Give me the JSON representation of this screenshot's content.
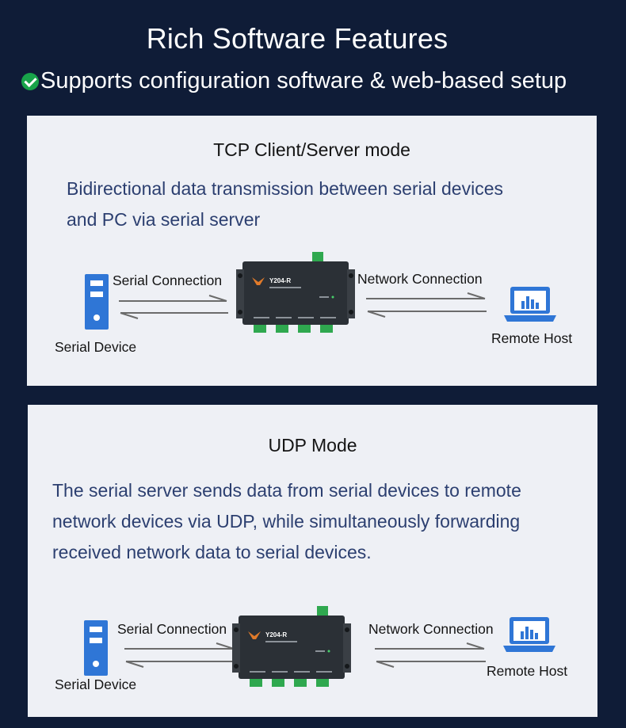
{
  "header": {
    "title": "Rich Software Features",
    "subtitle": "Supports configuration software & web-based setup"
  },
  "modes": [
    {
      "title": "TCP Client/Server mode",
      "description_lines": [
        "Bidirectional data transmission between serial devices",
        "and PC via serial server"
      ],
      "serial_connection_label": "Serial Connection",
      "network_connection_label": "Network Connection",
      "serial_device_label": "Serial Device",
      "remote_host_label": "Remote Host",
      "device_model": "Y204-R"
    },
    {
      "title": "UDP Mode",
      "description_lines": [
        "The serial server sends data from serial devices to remote",
        "network devices via UDP, while simultaneously forwarding",
        "received network data to serial devices."
      ],
      "serial_connection_label": "Serial Connection",
      "network_connection_label": "Network Connection",
      "serial_device_label": "Serial Device",
      "remote_host_label": "Remote Host",
      "device_model": "Y204-R"
    }
  ],
  "colors": {
    "background": "#0f1c37",
    "panel": "#eef0f5",
    "description_text": "#2c3f70",
    "icon_blue": "#2f76d6",
    "check_green": "#18a34a",
    "device_body": "#2b3036",
    "terminal_green": "#2fa84f"
  },
  "icons": {
    "check": "check-circle-icon",
    "serial_device": "server-icon",
    "remote_host": "laptop-icon",
    "arrows": "bidirectional-arrows-icon"
  }
}
